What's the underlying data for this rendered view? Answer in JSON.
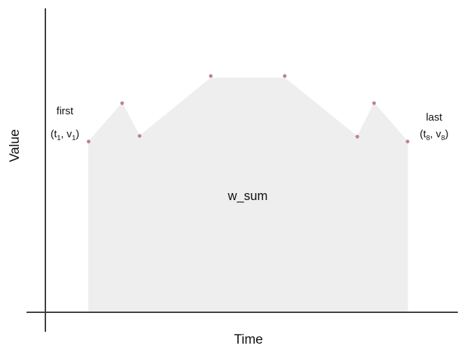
{
  "axes": {
    "x_label": "Time",
    "y_label": "Value"
  },
  "annotations": {
    "first_label": "first",
    "first_point": {
      "open": "(t",
      "sub1": "1",
      "sep": ", v",
      "sub2": "1",
      "close": ")"
    },
    "last_label": "last",
    "last_point": {
      "open": "(t",
      "sub1": "8",
      "sep": ", v",
      "sub2": "8",
      "close": ")"
    },
    "area_label": "w_sum"
  },
  "colors": {
    "area_fill": "#eeeeee",
    "point": "#c0808a",
    "axis": "#3a3a3a",
    "text": "#111111"
  }
}
